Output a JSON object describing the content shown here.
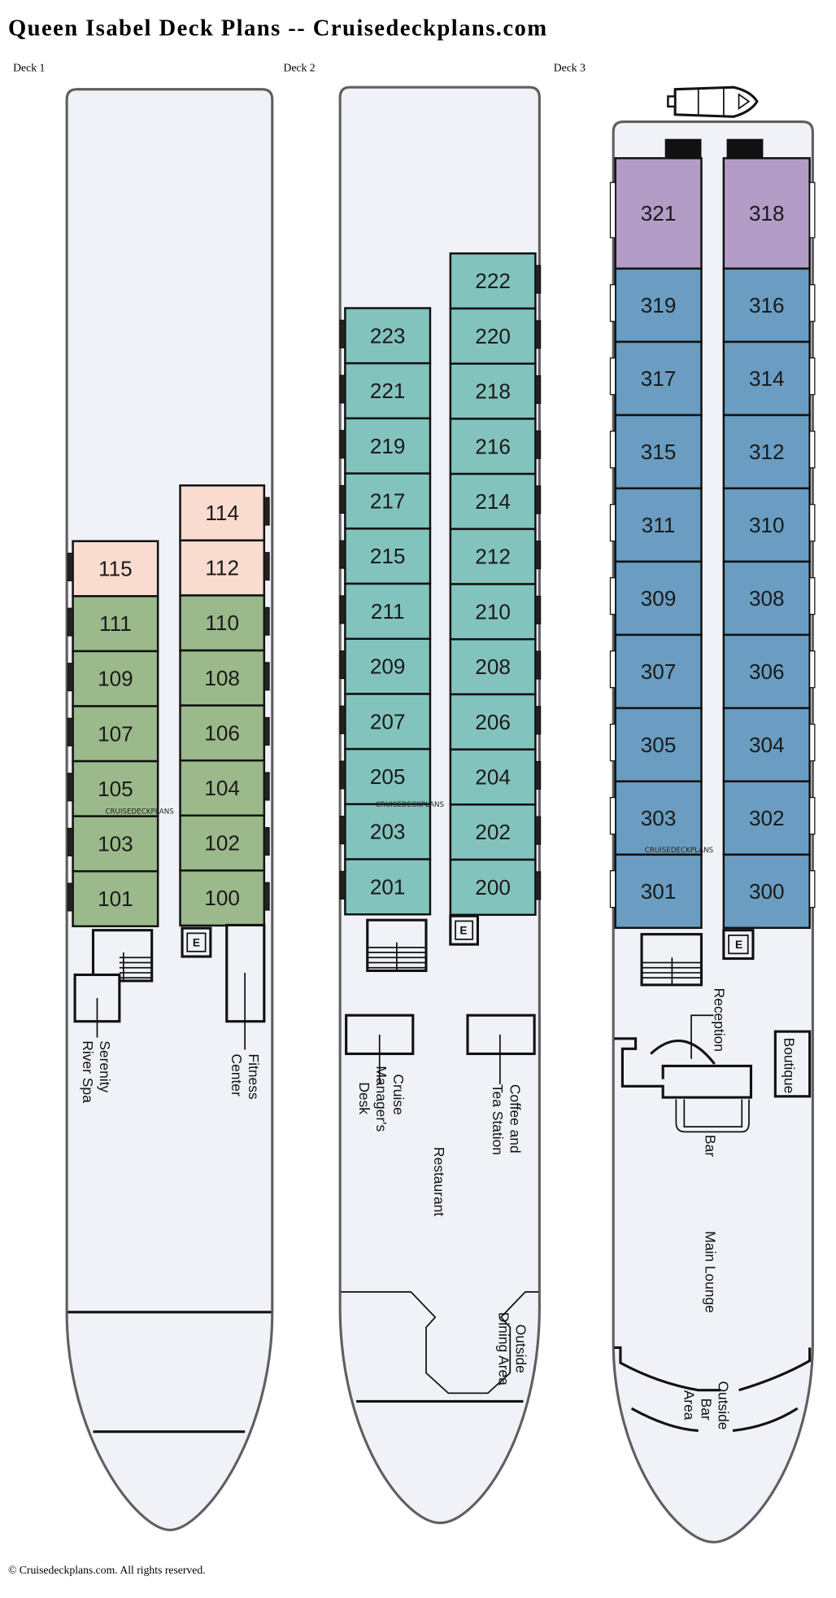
{
  "page_title": "Queen Isabel Deck Plans -- Cruisedeckplans.com",
  "footer": "© Cruisedeckplans.com. All rights reserved.",
  "watermark": "CRUISEDECKPLANS",
  "elevator_label": "E",
  "category_colors": {
    "pink": "#f9dccf",
    "green": "#9bb98b",
    "teal": "#83c3bd",
    "purple": "#b39cc6",
    "blue": "#6a9dc1"
  },
  "decks": [
    {
      "label": "Deck 1",
      "columns": [
        [
          {
            "num": "115",
            "cat": "pink"
          },
          {
            "num": "111",
            "cat": "green"
          },
          {
            "num": "109",
            "cat": "green"
          },
          {
            "num": "107",
            "cat": "green"
          },
          {
            "num": "105",
            "cat": "green"
          },
          {
            "num": "103",
            "cat": "green"
          },
          {
            "num": "101",
            "cat": "green"
          }
        ],
        [
          {
            "num": "114",
            "cat": "pink"
          },
          {
            "num": "112",
            "cat": "pink"
          },
          {
            "num": "110",
            "cat": "green"
          },
          {
            "num": "108",
            "cat": "green"
          },
          {
            "num": "106",
            "cat": "green"
          },
          {
            "num": "104",
            "cat": "green"
          },
          {
            "num": "102",
            "cat": "green"
          },
          {
            "num": "100",
            "cat": "green"
          }
        ]
      ],
      "areas": {
        "spa": [
          "Serenity",
          "River Spa"
        ],
        "fitness": [
          "Fitness",
          "Center"
        ]
      }
    },
    {
      "label": "Deck 2",
      "columns": [
        [
          {
            "num": "223",
            "cat": "teal"
          },
          {
            "num": "221",
            "cat": "teal"
          },
          {
            "num": "219",
            "cat": "teal"
          },
          {
            "num": "217",
            "cat": "teal"
          },
          {
            "num": "215",
            "cat": "teal"
          },
          {
            "num": "211",
            "cat": "teal"
          },
          {
            "num": "209",
            "cat": "teal"
          },
          {
            "num": "207",
            "cat": "teal"
          },
          {
            "num": "205",
            "cat": "teal"
          },
          {
            "num": "203",
            "cat": "teal"
          },
          {
            "num": "201",
            "cat": "teal"
          }
        ],
        [
          {
            "num": "222",
            "cat": "teal"
          },
          {
            "num": "220",
            "cat": "teal"
          },
          {
            "num": "218",
            "cat": "teal"
          },
          {
            "num": "216",
            "cat": "teal"
          },
          {
            "num": "214",
            "cat": "teal"
          },
          {
            "num": "212",
            "cat": "teal"
          },
          {
            "num": "210",
            "cat": "teal"
          },
          {
            "num": "208",
            "cat": "teal"
          },
          {
            "num": "206",
            "cat": "teal"
          },
          {
            "num": "204",
            "cat": "teal"
          },
          {
            "num": "202",
            "cat": "teal"
          },
          {
            "num": "200",
            "cat": "teal"
          }
        ]
      ],
      "areas": {
        "cruise_manager": [
          "Cruise",
          "Manager's",
          "Desk"
        ],
        "coffee": [
          "Coffee and",
          "Tea Station"
        ],
        "restaurant": "Restaurant",
        "outside_dining": [
          "Outside",
          "Dining Area"
        ]
      }
    },
    {
      "label": "Deck 3",
      "columns": [
        [
          {
            "num": "321",
            "cat": "purple"
          },
          {
            "num": "319",
            "cat": "blue"
          },
          {
            "num": "317",
            "cat": "blue"
          },
          {
            "num": "315",
            "cat": "blue"
          },
          {
            "num": "311",
            "cat": "blue"
          },
          {
            "num": "309",
            "cat": "blue"
          },
          {
            "num": "307",
            "cat": "blue"
          },
          {
            "num": "305",
            "cat": "blue"
          },
          {
            "num": "303",
            "cat": "blue"
          },
          {
            "num": "301",
            "cat": "blue"
          }
        ],
        [
          {
            "num": "318",
            "cat": "purple"
          },
          {
            "num": "316",
            "cat": "blue"
          },
          {
            "num": "314",
            "cat": "blue"
          },
          {
            "num": "312",
            "cat": "blue"
          },
          {
            "num": "310",
            "cat": "blue"
          },
          {
            "num": "308",
            "cat": "blue"
          },
          {
            "num": "306",
            "cat": "blue"
          },
          {
            "num": "304",
            "cat": "blue"
          },
          {
            "num": "302",
            "cat": "blue"
          },
          {
            "num": "300",
            "cat": "blue"
          }
        ]
      ],
      "areas": {
        "reception": "Reception",
        "boutique": "Boutique",
        "bar": "Bar",
        "main_lounge": "Main Lounge",
        "outside_bar": [
          "Outside",
          "Bar",
          "Area"
        ]
      }
    }
  ]
}
